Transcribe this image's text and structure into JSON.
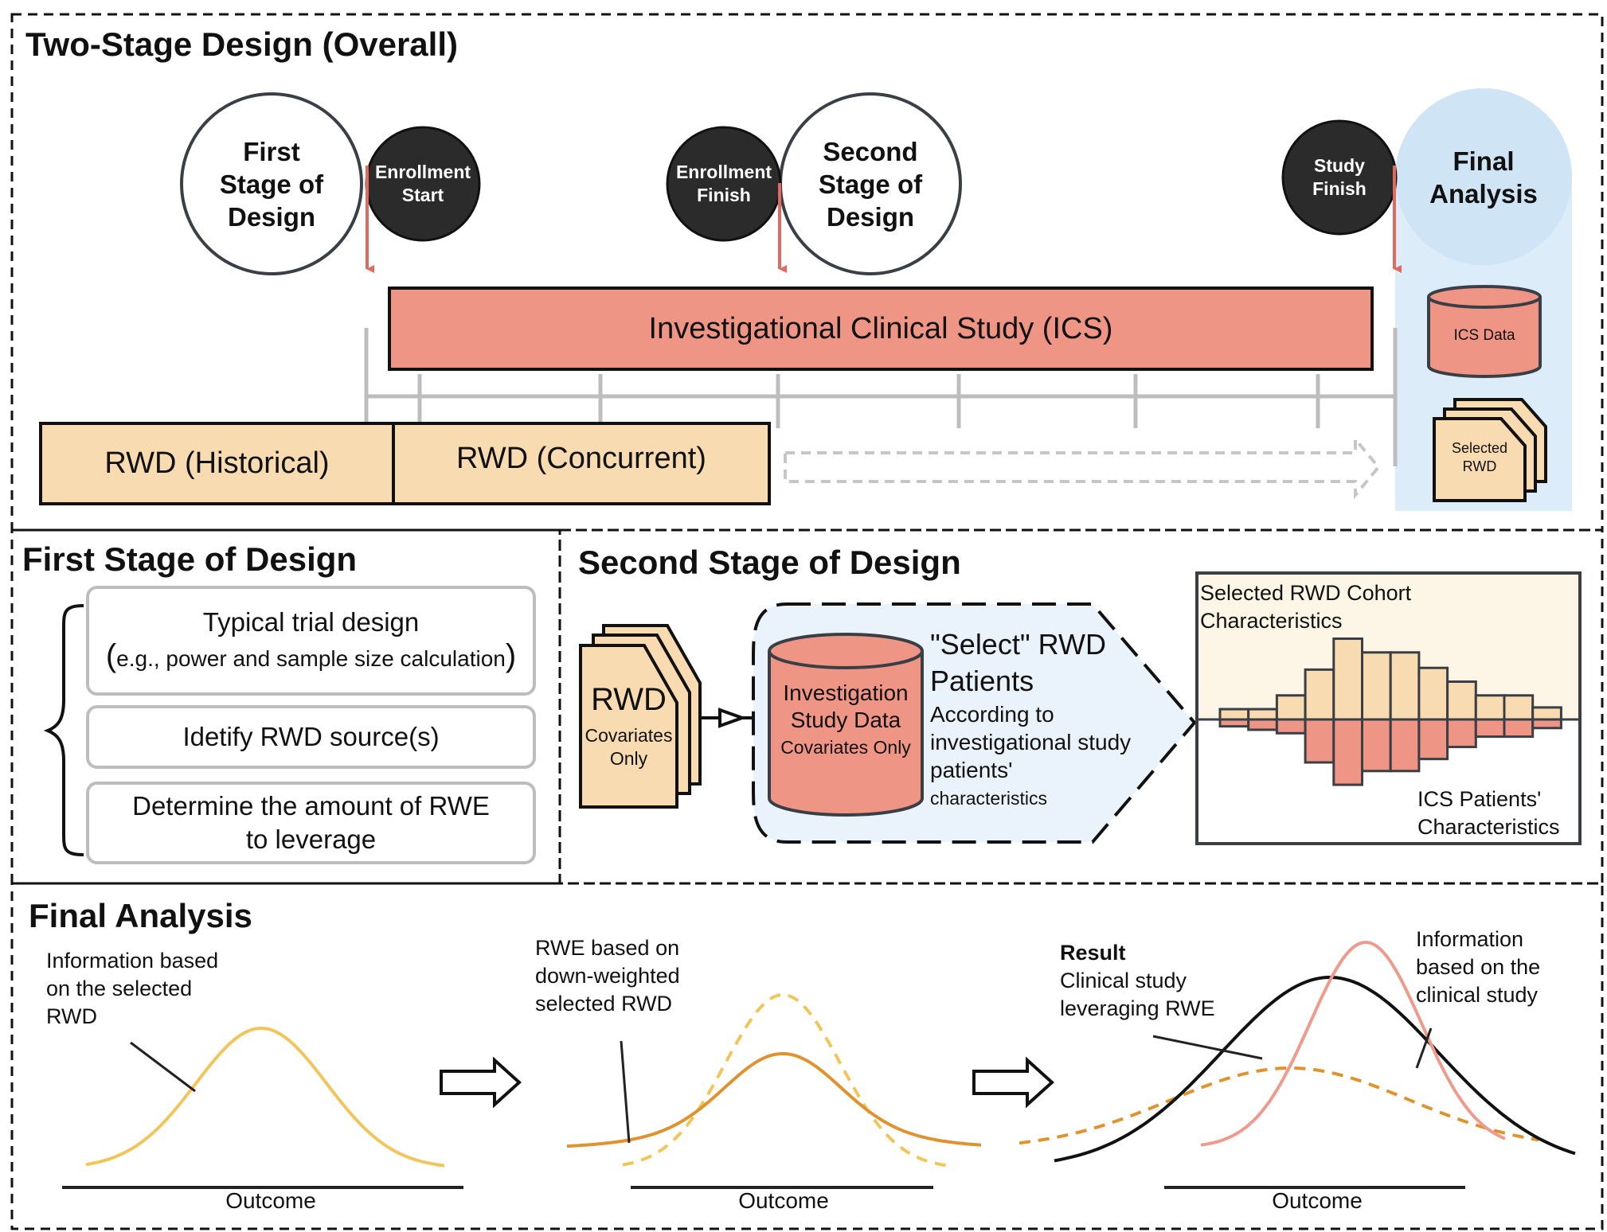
{
  "overall": {
    "title": "Two-Stage Design (Overall)",
    "first_stage": "First Stage of Design",
    "enrollment_start": "Enrollment Start",
    "enrollment_finish": "Enrollment Finish",
    "second_stage": "Second Stage of Design",
    "study_finish": "Study Finish",
    "final_analysis": "Final Analysis",
    "ics_bar": "Investigational Clinical Study (ICS)",
    "rwd_historical": "RWD (Historical)",
    "rwd_concurrent": "RWD (Concurrent)",
    "ics_data": "ICS Data",
    "selected_rwd": "Selected RWD"
  },
  "first_stage": {
    "title": "First Stage of Design",
    "steps": [
      {
        "line1": "Typical trial design",
        "paren_open": "(",
        "line2": "e.g., power and sample size calculation",
        "paren_close": ")"
      },
      {
        "line1": "Idetify RWD source(s)"
      },
      {
        "line1": "Determine the amount of RWE",
        "line2": "to leverage"
      }
    ]
  },
  "second_stage": {
    "title": "Second Stage of Design",
    "rwd_doc_title": "RWD",
    "rwd_doc_sub": "Covariates Only",
    "study_data_title": "Investigation Study Data",
    "study_data_sub": "Covariates Only",
    "select_title": "\"Select\" RWD Patients",
    "select_desc": "According  to investigational study patients'",
    "select_small": "characteristics",
    "hist_top_label": "Selected RWD Cohort Characteristics",
    "hist_bottom_label": "ICS Patients' Characteristics",
    "hist_top_values": [
      0.12,
      0.12,
      0.28,
      0.58,
      0.94,
      0.78,
      0.78,
      0.6,
      0.44,
      0.28,
      0.28,
      0.14
    ],
    "hist_bottom_values": [
      0.08,
      0.12,
      0.16,
      0.5,
      0.76,
      0.6,
      0.6,
      0.46,
      0.32,
      0.2,
      0.2,
      0.1
    ]
  },
  "final": {
    "title": "Final Analysis",
    "info_rwd": "Information based on the selected RWD",
    "rwe_down": "RWE based on down-weighted selected RWD",
    "result_bold": "Result",
    "result_text": "Clinical study leveraging RWE",
    "info_clinical": "Information based on the clinical study",
    "outcome": "Outcome"
  },
  "colors": {
    "salmon": "#ef9585",
    "wheat": "#f8dbb0",
    "dark": "#2b2b2b",
    "blue_light": "#dcecf8",
    "yellow_curve": "#f2c55a",
    "orange_curve": "#e0922e",
    "pink_curve": "#ee9a8c",
    "red_arrow": "#e06a60",
    "axis_gray": "#bdbdbd"
  }
}
